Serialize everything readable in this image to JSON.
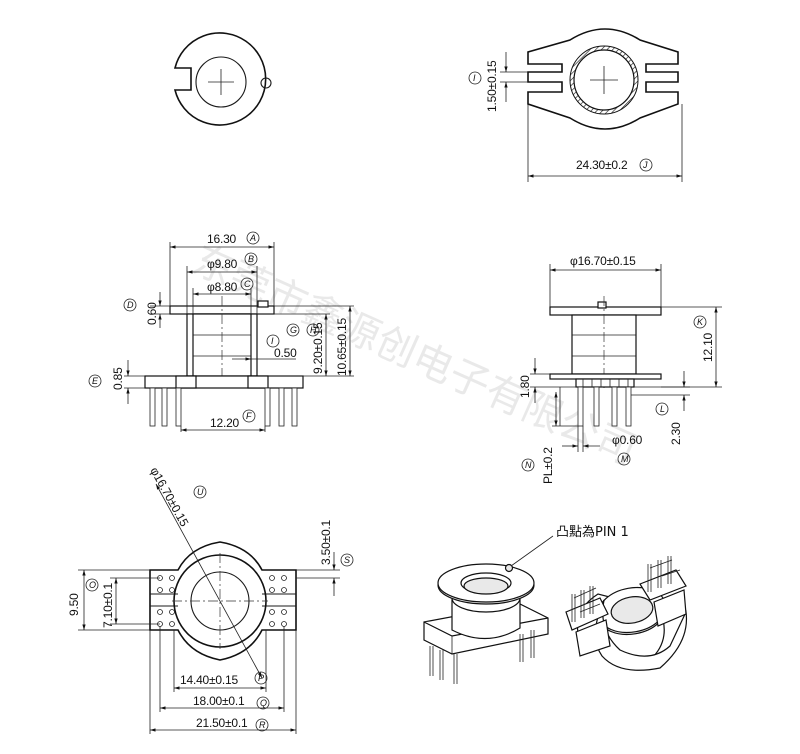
{
  "watermark": "东莞市鑫源创电子有限公司",
  "note": {
    "text": "凸點為PIN 1"
  },
  "top_right": {
    "dim_i": "1.50±0.15",
    "ref_i": "I",
    "dim_j": "24.30±0.2",
    "ref_j": "J"
  },
  "front_view": {
    "dim_a": "16.30",
    "ref_a": "A",
    "dim_b": "φ9.80",
    "ref_b": "B",
    "dim_c": "φ8.80",
    "ref_c": "C",
    "dim_d": "0.60",
    "ref_d": "D",
    "ref_g": "G",
    "ref_h": "H",
    "dim_i": "0.50",
    "ref_i": "I",
    "dim_g": "9.20±0.15",
    "dim_h": "10.65±0.15",
    "dim_e": "0.85",
    "ref_e": "E",
    "dim_f": "12.20",
    "ref_f": "F"
  },
  "side_view": {
    "dim_top": "φ16.70±0.15",
    "dim_k": "12.10",
    "ref_k": "K",
    "dim_180": "1.80",
    "dim_l": "2.30",
    "ref_l": "L",
    "dim_m": "φ0.60",
    "ref_m": "M",
    "dim_n": "PL±0.2",
    "ref_n": "N"
  },
  "bottom_view": {
    "dim_u": "φ16.70±0.15",
    "ref_u": "U",
    "dim_s": "3.50±0.1",
    "ref_s": "S",
    "dim_950": "9.50",
    "dim_o": "7.10±0.1",
    "ref_o": "O",
    "dim_p": "14.40±0.15",
    "ref_p": "P",
    "dim_q": "18.00±0.1",
    "ref_q": "Q",
    "dim_r": "21.50±0.1",
    "ref_r": "R"
  }
}
